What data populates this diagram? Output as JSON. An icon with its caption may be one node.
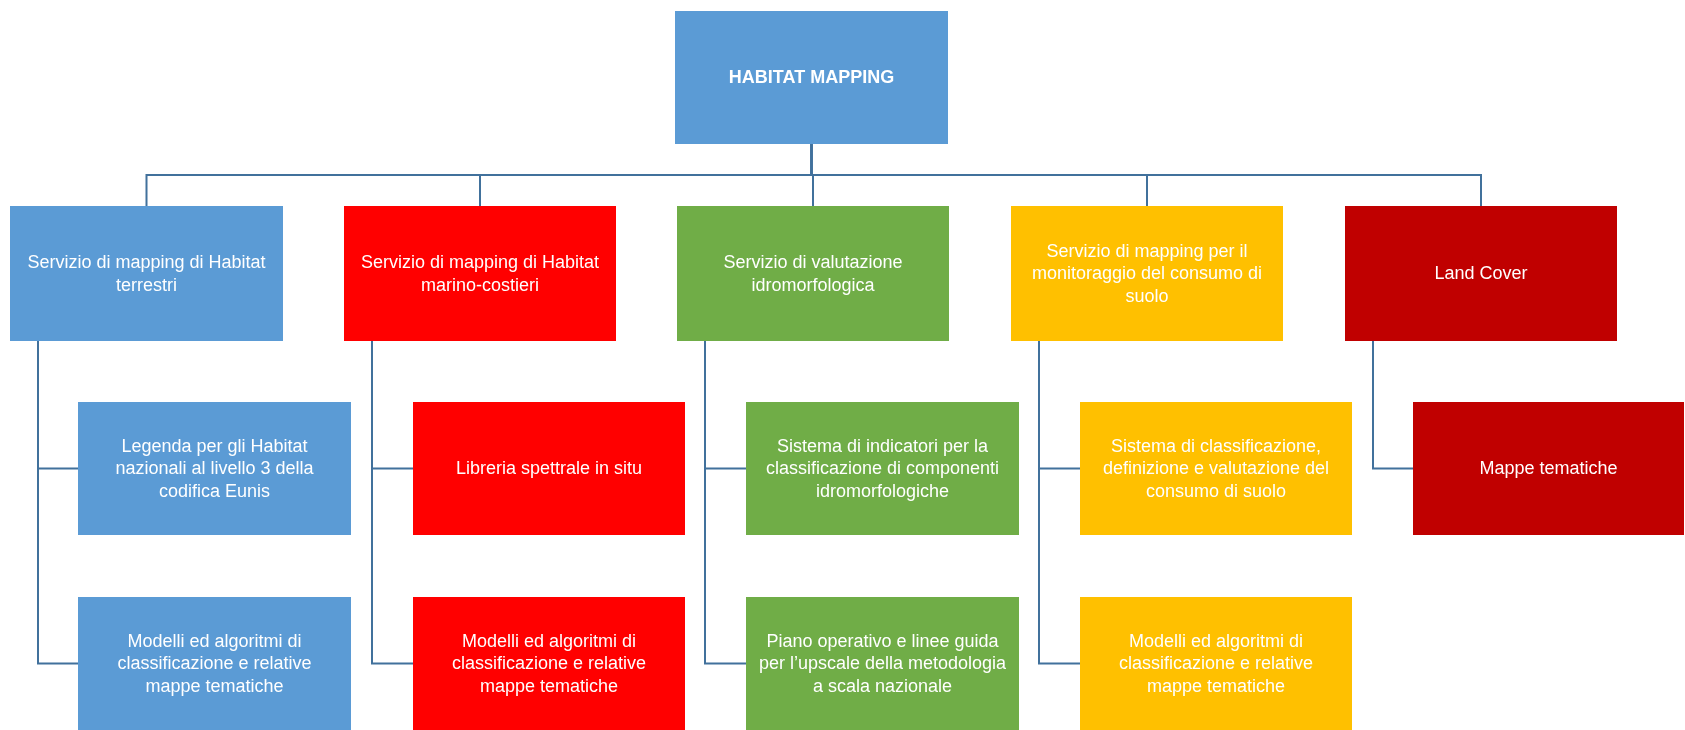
{
  "diagram": {
    "nodes": [
      {
        "text": [
          "HABITAT MAPPING"
        ]
      },
      {
        "text": [
          "Servizio di mapping di Habitat  terrestri"
        ]
      },
      {
        "text": [
          "Legenda per gli Habitat nazionali al livello 3 della codifica Eunis"
        ]
      },
      {
        "text": [
          "Modelli ed algoritmi di classificazione e relative mappe tematiche"
        ]
      },
      {
        "text": [
          "Servizio di mapping di Habitat  marino-costieri"
        ]
      },
      {
        "text": [
          "Libreria spettrale in situ"
        ]
      },
      {
        "text": [
          "Modelli ed algoritmi di classificazione e relative mappe tematiche"
        ]
      },
      {
        "text": [
          "Servizio di valutazione idromorfologica"
        ]
      },
      {
        "text": [
          "Sistema di indicatori per la classificazione di componenti idromorfologiche"
        ]
      },
      {
        "text": [
          "Piano operativo e linee guida per l’upscale della metodologia a scala nazionale"
        ]
      },
      {
        "text": [
          "Servizio di mapping per il monitoraggio del consumo di suolo"
        ]
      },
      {
        "text": [
          "Sistema di classificazione, definizione e  valutazione del consumo di suolo"
        ]
      },
      {
        "text": [
          "Modelli ed algoritmi di classificazione e relative mappe tematiche"
        ]
      },
      {
        "text": [
          "Land Cover"
        ]
      },
      {
        "text": [
          "Mappe tematiche"
        ]
      }
    ],
    "edges": [
      {
        "from": 0,
        "to": 1,
        "arrow": "none"
      },
      {
        "from": 0,
        "to": 4,
        "arrow": "none"
      },
      {
        "from": 0,
        "to": 7,
        "arrow": "none"
      },
      {
        "from": 0,
        "to": 10,
        "arrow": "none"
      },
      {
        "from": 0,
        "to": 13,
        "arrow": "none"
      },
      {
        "from": 1,
        "to": 2,
        "arrow": "none"
      },
      {
        "from": 1,
        "to": 3,
        "arrow": "none"
      },
      {
        "from": 4,
        "to": 5,
        "arrow": "none"
      },
      {
        "from": 4,
        "to": 6,
        "arrow": "none"
      },
      {
        "from": 7,
        "to": 8,
        "arrow": "none"
      },
      {
        "from": 7,
        "to": 9,
        "arrow": "none"
      },
      {
        "from": 10,
        "to": 11,
        "arrow": "none"
      },
      {
        "from": 10,
        "to": 12,
        "arrow": "none"
      },
      {
        "from": 13,
        "to": 14,
        "arrow": "none"
      }
    ]
  }
}
